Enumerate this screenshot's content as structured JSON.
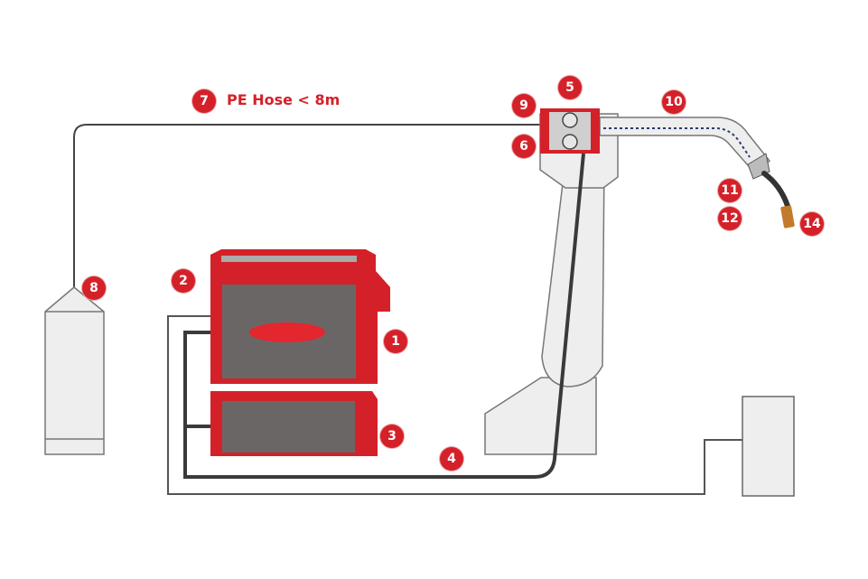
{
  "diagram": {
    "hose_label": "PE Hose < 8m",
    "markers": {
      "m1": "1",
      "m2": "2",
      "m3": "3",
      "m4": "4",
      "m5": "5",
      "m6": "6",
      "m7": "7",
      "m8": "8",
      "m9": "9",
      "m10": "10",
      "m11": "11",
      "m12": "12",
      "m14": "14"
    }
  },
  "colors": {
    "accent_red": "#d42129",
    "cable_dark": "#3a3a3a",
    "panel_grey": "#6b6666",
    "robot_light": "#eeeeee",
    "outline_grey": "#7a7a7a"
  }
}
